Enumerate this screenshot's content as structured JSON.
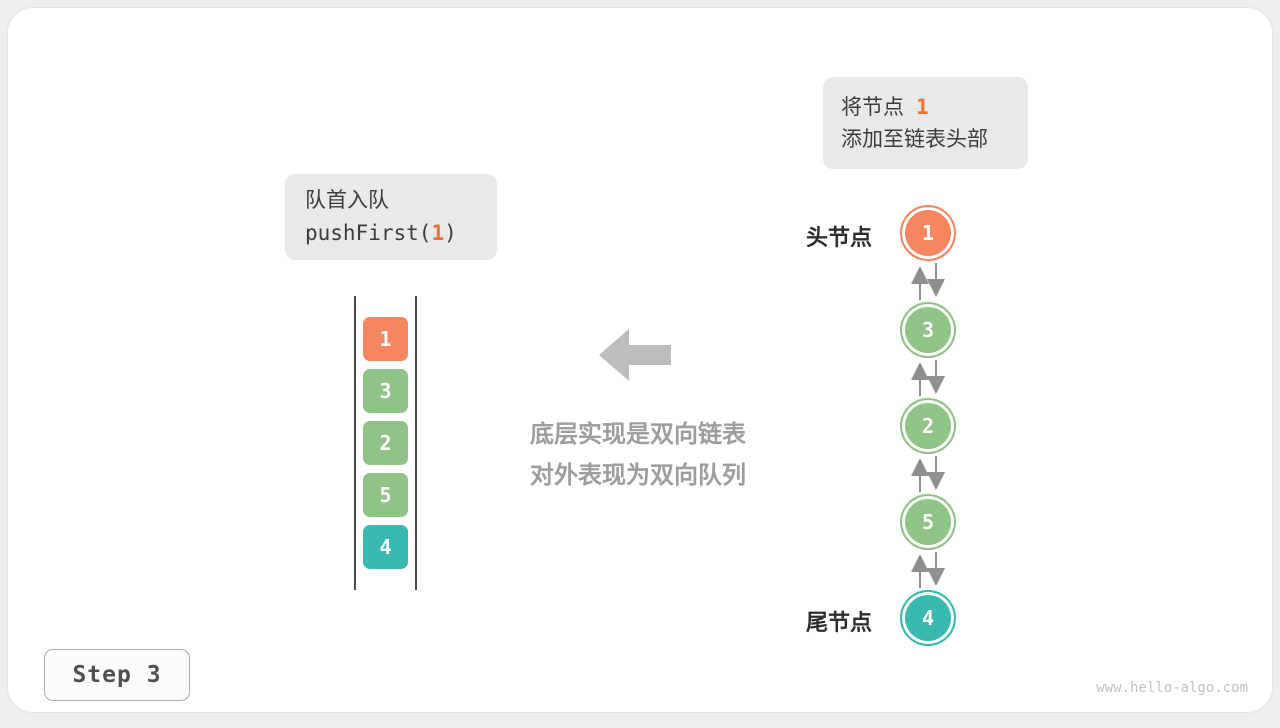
{
  "colors": {
    "orange": "#f5865f",
    "green": "#8fc486",
    "teal": "#3ab9af",
    "highlight": "#ee7330",
    "note_bg": "#e9e9e9",
    "block_arrow_gray": "#bdbdbd",
    "connector_gray": "#8f8f8f"
  },
  "top_note": {
    "text": "将节点",
    "num": "1",
    "line2": "添加至链表头部"
  },
  "op_note": {
    "title": "队首入队",
    "code_open": "pushFirst(",
    "code_num": "1",
    "code_close": ")"
  },
  "deque_array": {
    "items": [
      {
        "value": "1",
        "color": "#f5865f"
      },
      {
        "value": "3",
        "color": "#8fc486"
      },
      {
        "value": "2",
        "color": "#8fc486"
      },
      {
        "value": "5",
        "color": "#8fc486"
      },
      {
        "value": "4",
        "color": "#3ab9af"
      }
    ]
  },
  "caption": {
    "line1": "底层实现是双向链表",
    "line2": "对外表现为双向队列"
  },
  "linked_list": {
    "head_label": "头节点",
    "tail_label": "尾节点",
    "nodes": [
      {
        "value": "1",
        "color": "#f5865f"
      },
      {
        "value": "3",
        "color": "#8fc486"
      },
      {
        "value": "2",
        "color": "#8fc486"
      },
      {
        "value": "5",
        "color": "#8fc486"
      },
      {
        "value": "4",
        "color": "#3ab9af"
      }
    ]
  },
  "footer": {
    "step": "Step 3",
    "watermark": "www.hello-algo.com"
  }
}
